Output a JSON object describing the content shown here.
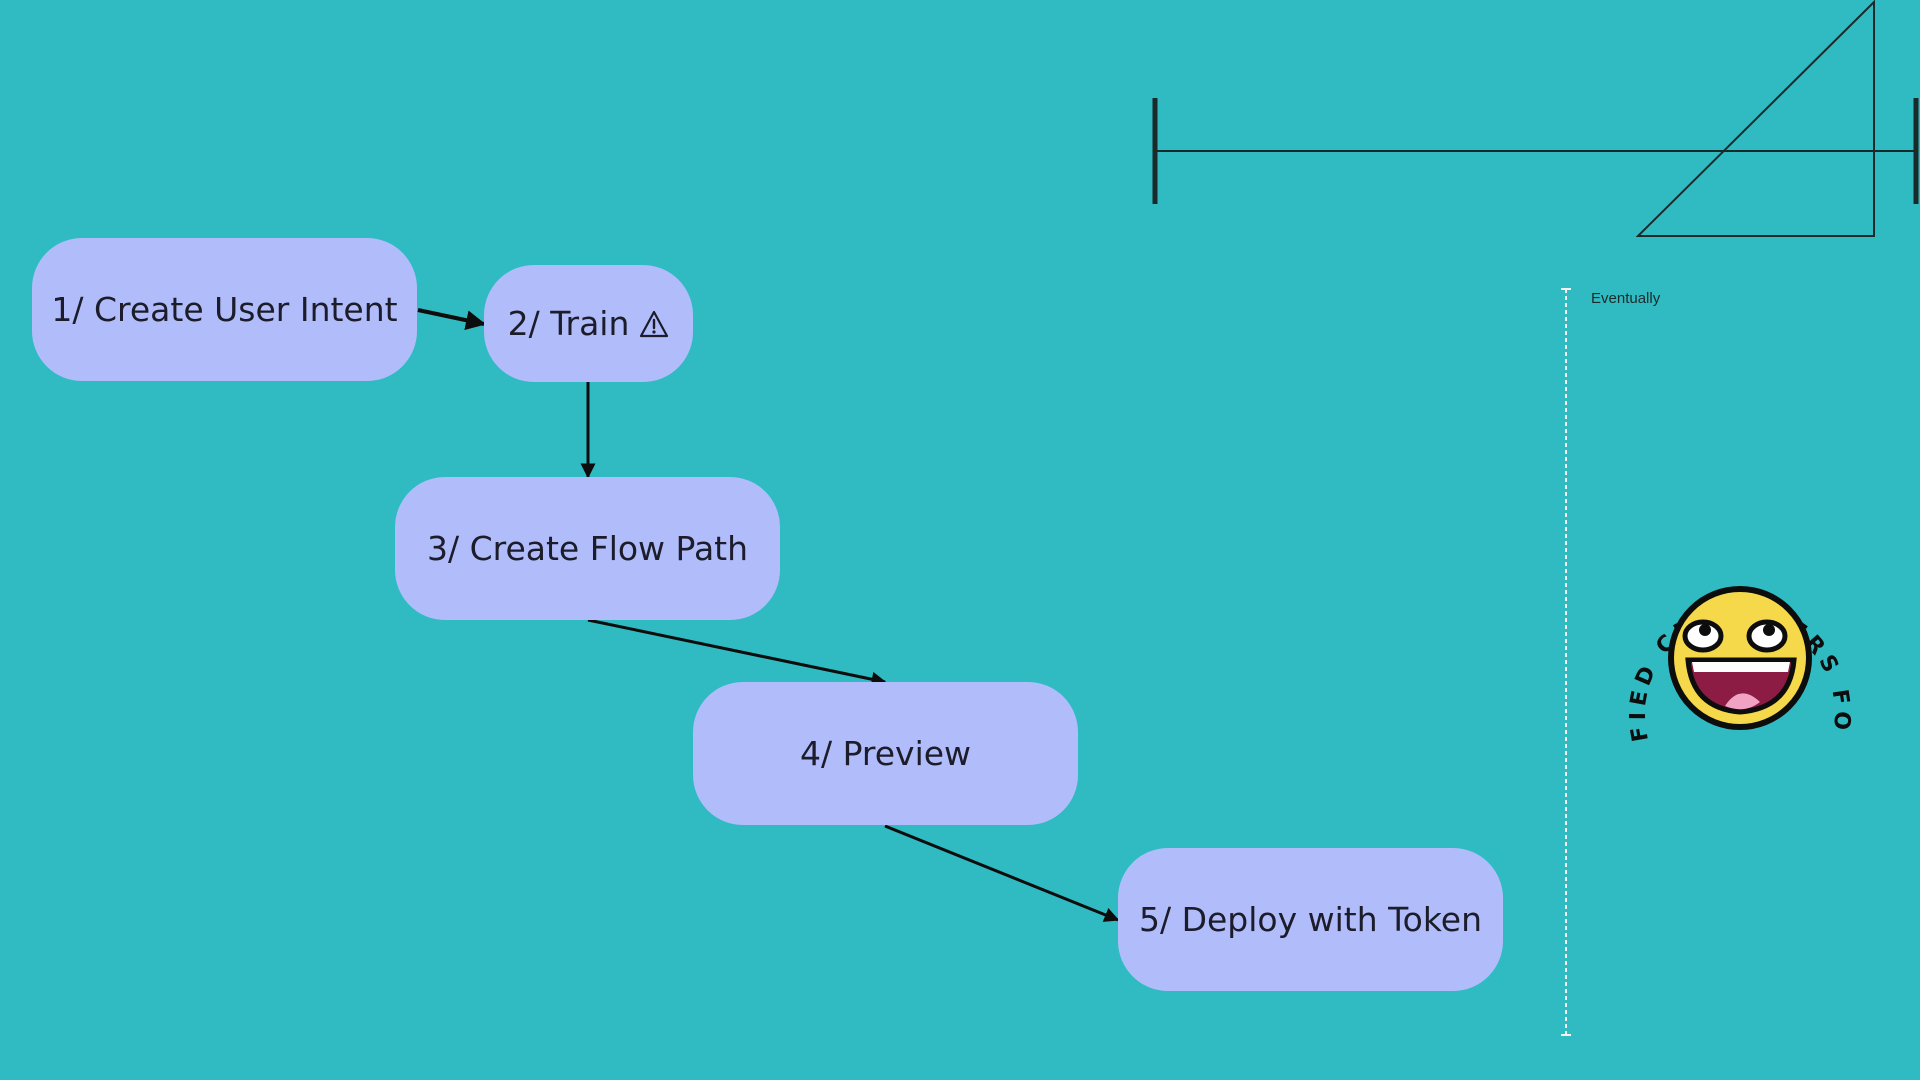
{
  "colors": {
    "background": "#30bbc3",
    "node_fill": "#b1bdfb",
    "node_text": "#1c1c2a",
    "arrow": "#0d0d0d",
    "line": "#1a2a2a",
    "timeline": "#f2f2f2",
    "face": "#f5d94a",
    "mouth": "#8c1c44",
    "tongue": "#f0a3c3"
  },
  "steps": [
    {
      "id": "n1",
      "label": "1/ Create User Intent"
    },
    {
      "id": "n2",
      "label": "2/ Train",
      "icon": "warning-icon"
    },
    {
      "id": "n3",
      "label": "3/ Create Flow Path"
    },
    {
      "id": "n4",
      "label": "4/ Preview"
    },
    {
      "id": "n5",
      "label": "5/ Deploy with Token"
    }
  ],
  "timeline": {
    "label": "Eventually"
  },
  "badge": {
    "text": "SATISFIED CUSTOMERS FOR YOU",
    "icon": "smiley-face-icon"
  }
}
